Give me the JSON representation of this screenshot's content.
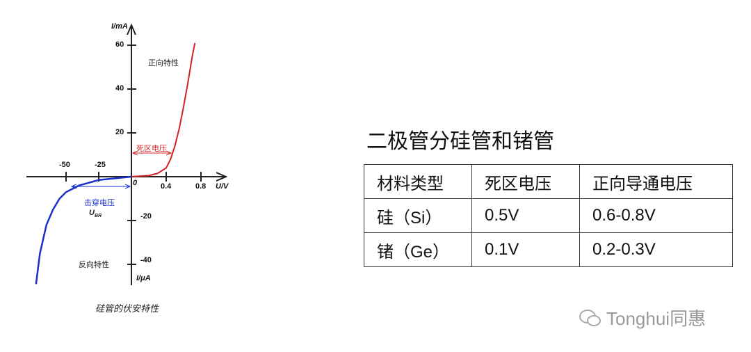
{
  "chart_data": {
    "type": "line",
    "title": "硅管的伏安特性",
    "xlabel": "U/V",
    "ylabel_positive": "I/mA",
    "ylabel_negative": "I/μA",
    "x_ticks_positive": [
      "0.4",
      "0.8"
    ],
    "x_ticks_negative": [
      "-50",
      "-25"
    ],
    "origin_label": "0",
    "y_ticks_positive": [
      "60",
      "40",
      "20"
    ],
    "y_ticks_negative": [
      "-20",
      "-40"
    ],
    "series": [
      {
        "name": "正向特性",
        "color": "#d42020",
        "unit_x": "V",
        "unit_y": "mA",
        "x": [
          0,
          0.2,
          0.3,
          0.4,
          0.45,
          0.5,
          0.55,
          0.6,
          0.65,
          0.7,
          0.73
        ],
        "y": [
          0,
          0.5,
          1.5,
          4,
          8,
          14,
          22,
          32,
          43,
          55,
          61
        ]
      },
      {
        "name": "反向特性",
        "color": "#1a2fcc",
        "unit_x": "V",
        "unit_y": "μA",
        "x": [
          0,
          -25,
          -40,
          -50,
          -55,
          -60,
          -65,
          -70,
          -73
        ],
        "y": [
          0,
          -1.5,
          -4,
          -7,
          -10,
          -15,
          -22,
          -35,
          -49
        ]
      }
    ],
    "annotations": {
      "forward": "正向特性",
      "dead_zone": "死区电压",
      "breakdown": "击穿电压",
      "ubr": "U",
      "ubr_sub": "BR",
      "reverse": "反向特性"
    }
  },
  "heading": "二极管分硅管和锗管",
  "table": {
    "headers": [
      "材料类型",
      "死区电压",
      "正向导通电压"
    ],
    "rows": [
      [
        "硅（Si）",
        "0.5V",
        "0.6-0.8V"
      ],
      [
        "锗（Ge）",
        "0.1V",
        "0.2-0.3V"
      ]
    ]
  },
  "watermark": "Tonghui同惠"
}
